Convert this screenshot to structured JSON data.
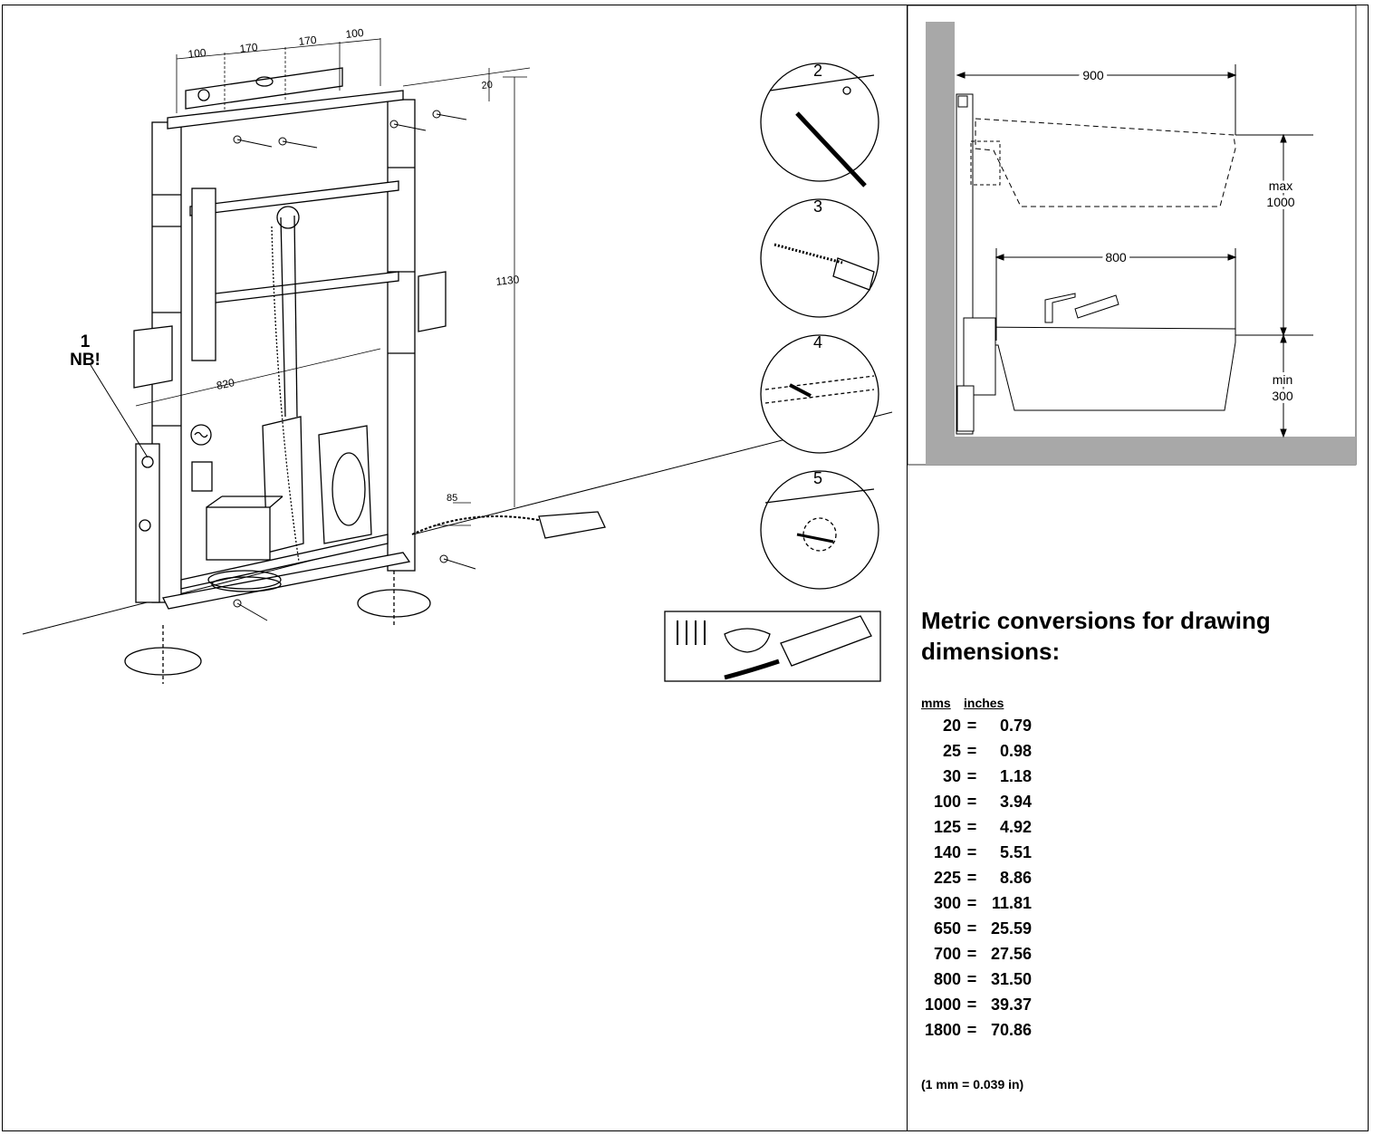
{
  "left_diagram": {
    "top_dimensions": [
      "100",
      "170",
      "170",
      "100"
    ],
    "dim_20": "20",
    "dim_1130": "1130",
    "dim_820": "820",
    "dim_85": "85",
    "note_number": "1",
    "note_text": "NB!",
    "detail_labels": [
      "2",
      "3",
      "4",
      "5"
    ]
  },
  "right_diagram": {
    "dim_900": "900",
    "dim_800": "800",
    "max_label": "max",
    "max_value": "1000",
    "min_label": "min",
    "min_value": "300"
  },
  "conversions": {
    "title": "Metric conversions for drawing dimensions:",
    "header_mm": "mms",
    "header_in": "inches",
    "rows": [
      {
        "mm": "20",
        "in": "0.79"
      },
      {
        "mm": "25",
        "in": "0.98"
      },
      {
        "mm": "30",
        "in": "1.18"
      },
      {
        "mm": "100",
        "in": "3.94"
      },
      {
        "mm": "125",
        "in": "4.92"
      },
      {
        "mm": "140",
        "in": "5.51"
      },
      {
        "mm": "225",
        "in": "8.86"
      },
      {
        "mm": "300",
        "in": "11.81"
      },
      {
        "mm": "650",
        "in": "25.59"
      },
      {
        "mm": "700",
        "in": "27.56"
      },
      {
        "mm": "800",
        "in": "31.50"
      },
      {
        "mm": "1000",
        "in": "39.37"
      },
      {
        "mm": "1800",
        "in": "70.86"
      }
    ],
    "equals": "=",
    "note": "(1 mm = 0.039 in)"
  }
}
